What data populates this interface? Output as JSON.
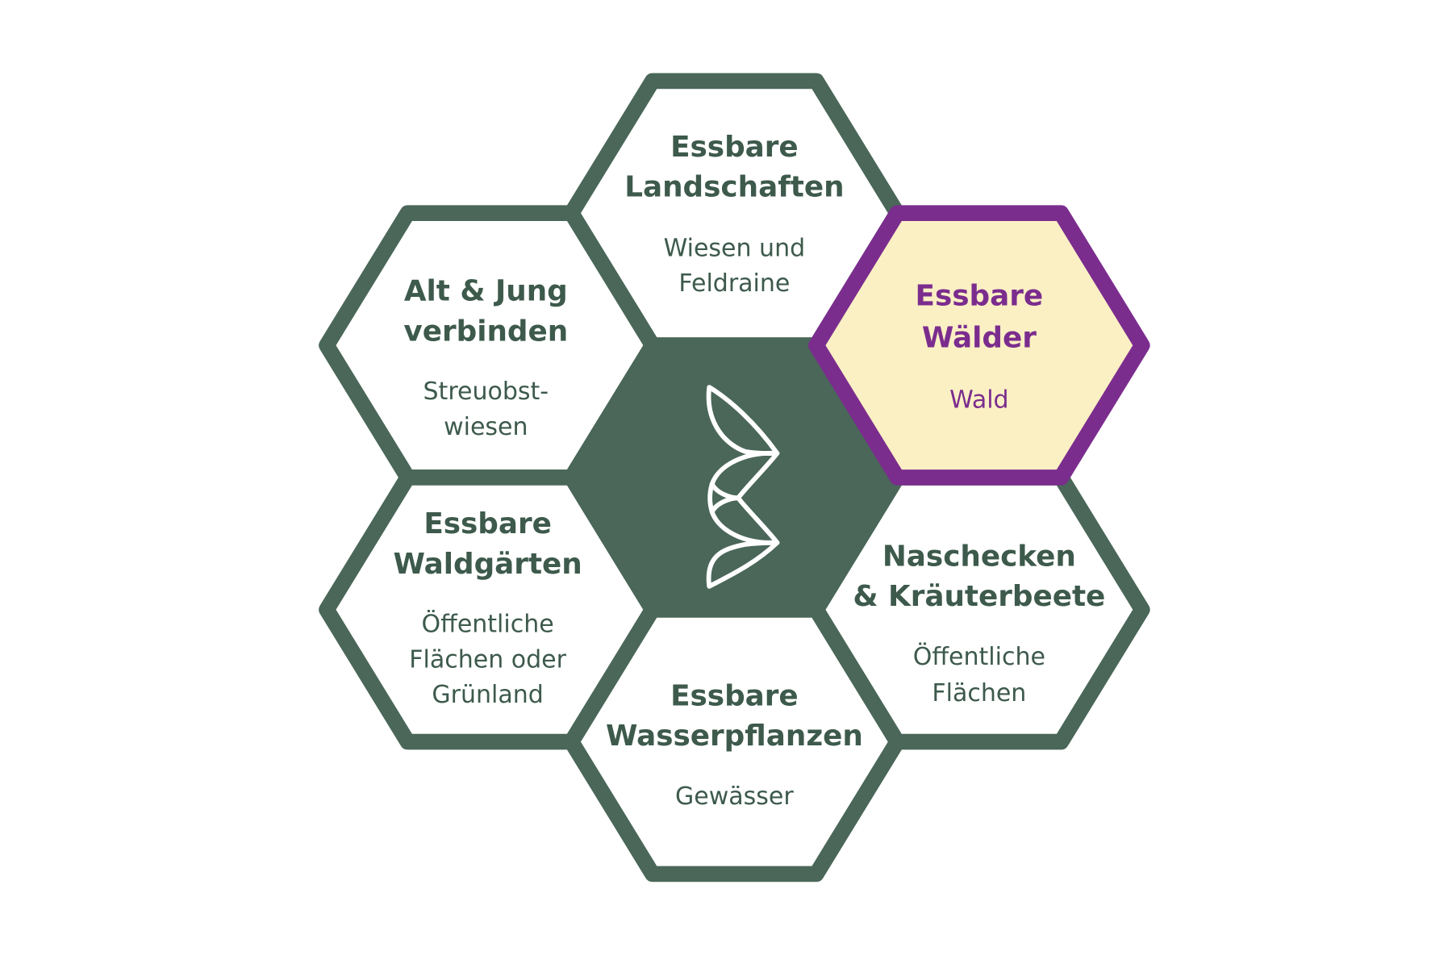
{
  "colors": {
    "hex_stroke": "#4a6759",
    "text": "#3d5a4c",
    "highlight_stroke": "#7b2d8e",
    "highlight_fill": "#fbf0c4"
  },
  "center": {
    "icon": "leaf-logo-icon"
  },
  "hexagons": [
    {
      "title": [
        "Essbare",
        "Landschaften"
      ],
      "subtitle": [
        "Wiesen und",
        "Feldraine"
      ]
    },
    {
      "title": [
        "Essbare",
        "Wälder"
      ],
      "subtitle": [
        "Wald"
      ],
      "highlighted": true
    },
    {
      "title": [
        "Naschecken",
        "& Kräuterbeete"
      ],
      "subtitle": [
        "Öffentliche",
        "Flächen"
      ]
    },
    {
      "title": [
        "Essbare",
        "Wasserpflanzen"
      ],
      "subtitle": [
        "Gewässer"
      ]
    },
    {
      "title": [
        "Essbare",
        "Waldgärten"
      ],
      "subtitle": [
        "Öffentliche",
        "Flächen oder",
        "Grünland"
      ]
    },
    {
      "title": [
        "Alt & Jung",
        "verbinden"
      ],
      "subtitle": [
        "Streuobst-",
        "wiesen"
      ]
    }
  ]
}
